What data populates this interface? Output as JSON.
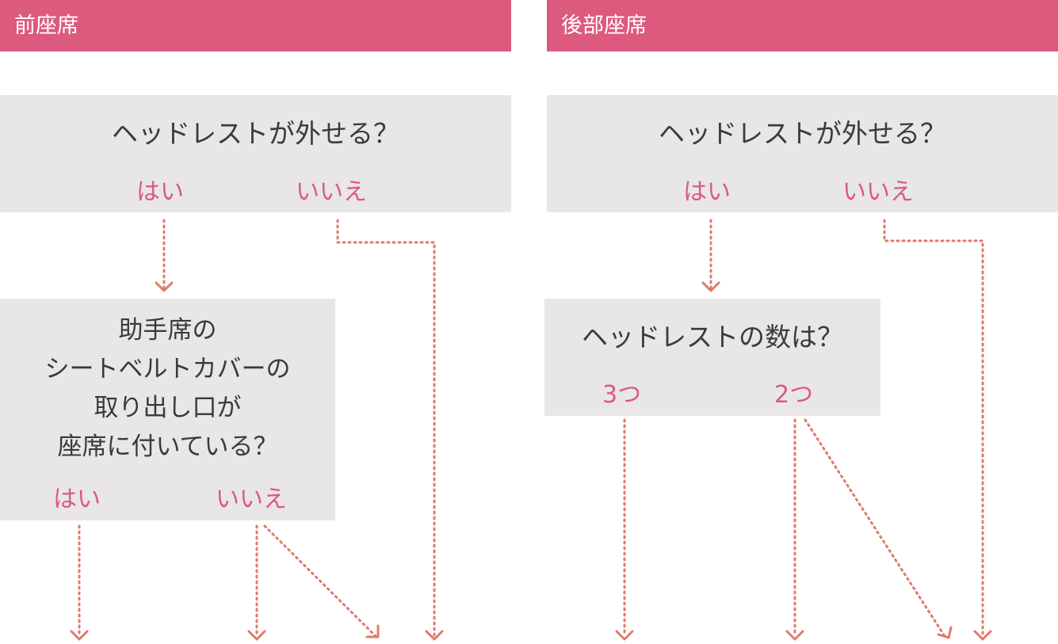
{
  "colors": {
    "accent": "#dc5a7e",
    "box": "#e8e6e7",
    "text": "#3a3a3a",
    "connector": "#e07a6d"
  },
  "front": {
    "header": "前座席",
    "q1": {
      "question": "ヘッドレストが外せる？",
      "yes": "はい",
      "no": "いいえ"
    },
    "q2": {
      "question": "助手席の\nシートベルトカバーの\n取り出し口が\n座席に付いている？",
      "yes": "はい",
      "no": "いいえ"
    }
  },
  "rear": {
    "header": "後部座席",
    "q1": {
      "question": "ヘッドレストが外せる？",
      "yes": "はい",
      "no": "いいえ"
    },
    "q2": {
      "question": "ヘッドレストの数は？",
      "opt1": "3つ",
      "opt2": "2つ"
    }
  }
}
